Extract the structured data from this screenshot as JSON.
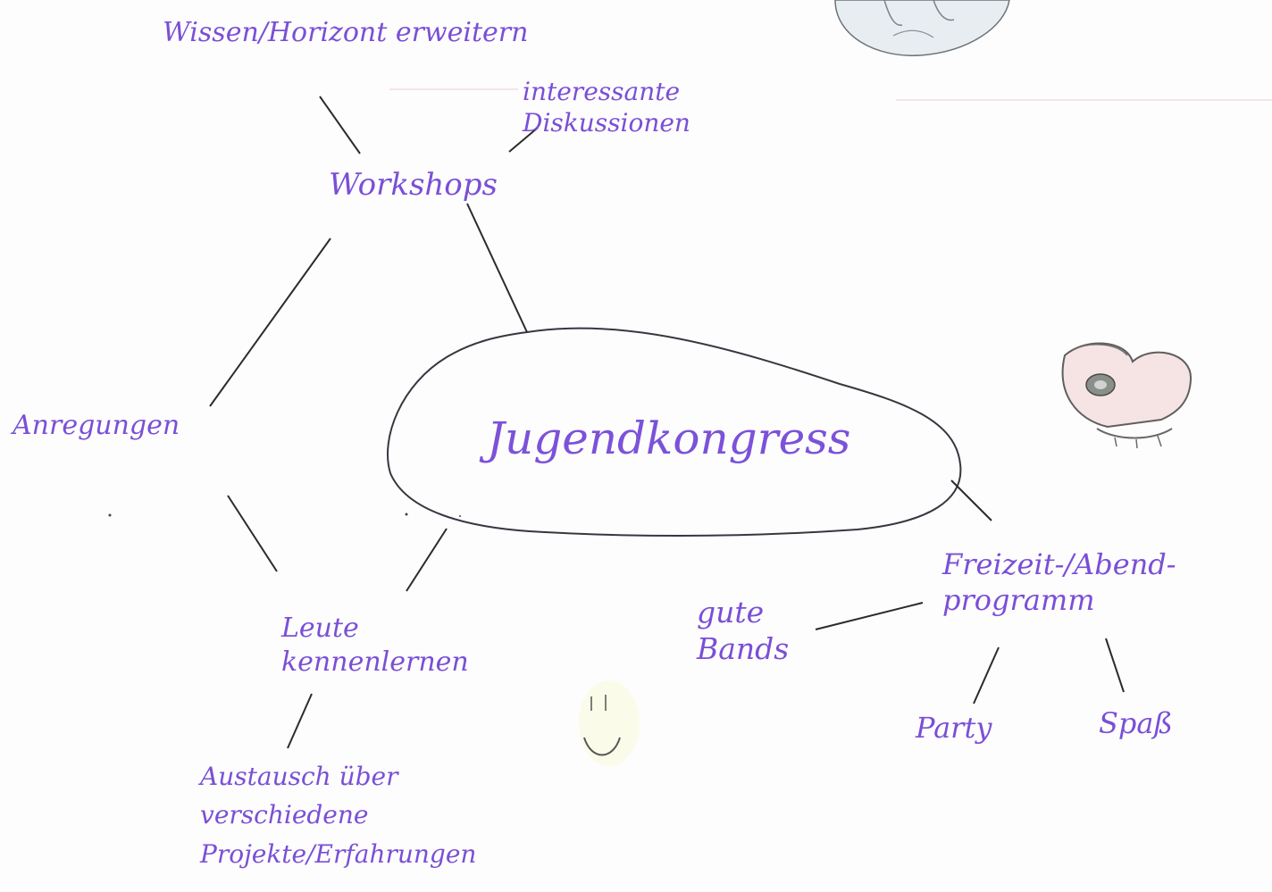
{
  "central": "Jugendkongress",
  "branches": {
    "workshops": {
      "label": "Workshops",
      "children": [
        "Wissen/Horizont erweitern",
        "interessante Diskussionen"
      ]
    },
    "anregungen": {
      "label": "Anregungen"
    },
    "leute": {
      "label": "Leute kennenlernen",
      "children": [
        "Austausch über verschiedene Projekte/Erfahrungen"
      ]
    },
    "freizeit": {
      "label": "Freizeit-/Abend- programm",
      "children": [
        "gute Bands",
        "Party",
        "Spaß"
      ]
    }
  },
  "colors": {
    "ink": "#7a4fd6",
    "lines": "#2b2b2b"
  },
  "decorations": [
    "smiley-face",
    "butterfly-drawing",
    "globe-drawing"
  ]
}
